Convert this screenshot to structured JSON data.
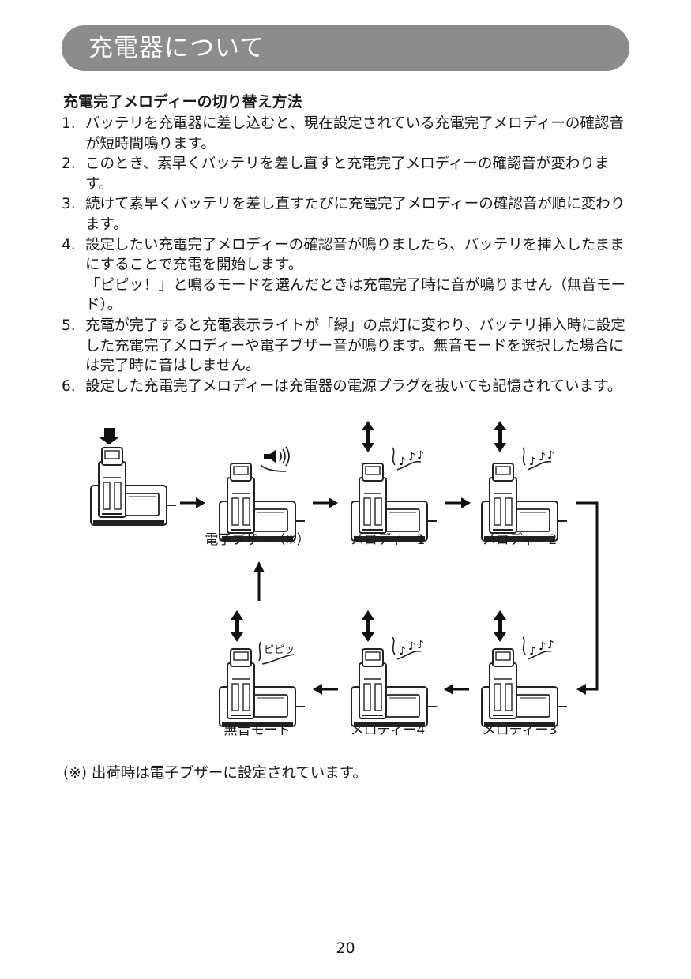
{
  "header": {
    "title": "充電器について"
  },
  "section": {
    "title": "充電完了メロディーの切り替え方法"
  },
  "steps": [
    {
      "num": "1.",
      "text": "バッテリを充電器に差し込むと、現在設定されている充電完了メロディーの確認音が短時間鳴ります。"
    },
    {
      "num": "2.",
      "text": "このとき、素早くバッテリを差し直すと充電完了メロディーの確認音が変わります。"
    },
    {
      "num": "3.",
      "text": "続けて素早くバッテリを差し直すたびに充電完了メロディーの確認音が順に変わります。"
    },
    {
      "num": "4.",
      "text": "設定したい充電完了メロディーの確認音が鳴りましたら、バッテリを挿入したままにすることで充電を開始します。",
      "note": "「ピピッ！」と鳴るモードを選んだときは充電完了時に音が鳴りません（無音モード）。"
    },
    {
      "num": "5.",
      "text": "充電が完了すると充電表示ライトが「緑」の点灯に変わり、バッテリ挿入時に設定した充電完了メロディーや電子ブザー音が鳴ります。無音モードを選択した場合には完了時に音はしません。"
    },
    {
      "num": "6.",
      "text": "設定した充電完了メロディーは充電器の電源プラグを抜いても記憶されています。"
    }
  ],
  "diagram": {
    "labels": {
      "buzzer": "電子ブザー（※）",
      "melody1": "メロディー1",
      "melody2": "メロディー2",
      "melody3": "メロディー3",
      "melody4": "メロディー4",
      "silent": "無音モード"
    },
    "sound_text": "ピピッ"
  },
  "footnote": "(※) 出荷時は電子ブザーに設定されています。",
  "page_number": "20"
}
